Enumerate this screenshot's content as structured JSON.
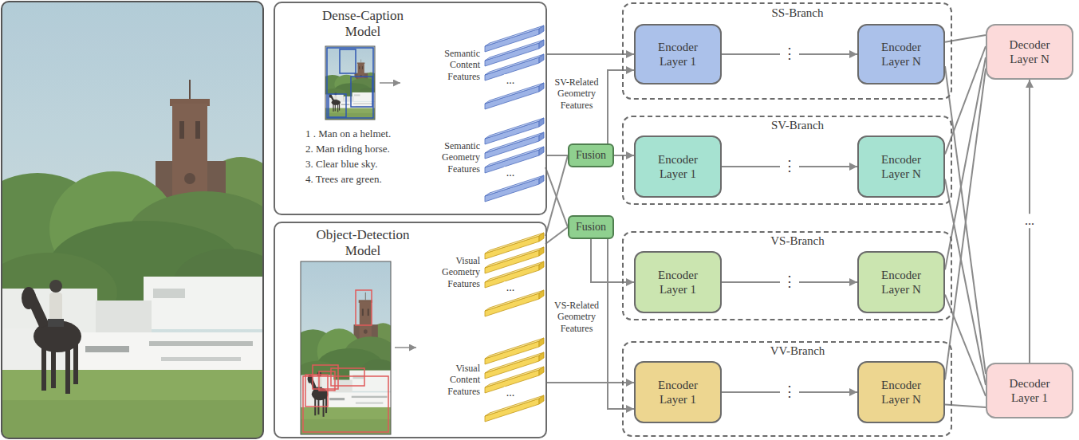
{
  "diagram": {
    "nodes": [
      {
        "text": [
          "Dense-Caption Model",
          "1 . Man on a helmet.",
          "2. Man riding horse.",
          "3. Clear blue sky.",
          "4. Trees are green."
        ]
      },
      {
        "text": [
          "Semantic Content Features"
        ],
        "in": 0
      },
      {
        "text": [
          "Semantic Geometry Features"
        ],
        "in": 0
      },
      {
        "text": [
          "Object-Detection Model"
        ]
      },
      {
        "text": [
          "Visual Geometry Features"
        ],
        "in": 3
      },
      {
        "text": [
          "Visual Content Features"
        ],
        "in": 3
      },
      {
        "text": [
          "Fusion"
        ]
      },
      {
        "text": [
          "Fusion"
        ]
      },
      {
        "text": [
          "SS-Branch"
        ]
      },
      {
        "text": [
          "Encoder Layer 1"
        ],
        "in": 8
      },
      {
        "text": [
          "Encoder Layer N"
        ],
        "in": 8
      },
      {
        "text": [
          "SV-Branch"
        ]
      },
      {
        "text": [
          "Encoder Layer 1"
        ],
        "in": 11
      },
      {
        "text": [
          "Encoder Layer N"
        ],
        "in": 11
      },
      {
        "text": [
          "VS-Branch"
        ]
      },
      {
        "text": [
          "Encoder Layer 1"
        ],
        "in": 14
      },
      {
        "text": [
          "Encoder Layer N"
        ],
        "in": 14
      },
      {
        "text": [
          "VV-Branch"
        ]
      },
      {
        "text": [
          "Encoder Layer 1"
        ],
        "in": 17
      },
      {
        "text": [
          "Encoder Layer N"
        ],
        "in": 17
      },
      {
        "text": [
          "Decoder Layer N"
        ]
      },
      {
        "text": [
          "Decoder Layer 1"
        ]
      }
    ],
    "edges": [
      {
        "from": 1,
        "to": 9,
        "arrow": "to"
      },
      {
        "from": 2,
        "to": 6,
        "arrow": "none"
      },
      {
        "from": 2,
        "to": 7,
        "arrow": "none"
      },
      {
        "from": 4,
        "to": 6,
        "arrow": "none"
      },
      {
        "from": 4,
        "to": 7,
        "arrow": "none"
      },
      {
        "from": 6,
        "to": 12,
        "arrow": "to"
      },
      {
        "from": 7,
        "to": 15,
        "arrow": "to"
      },
      {
        "from": 6,
        "to": 9,
        "arrow": "to",
        "label": "SV-Related Geometry Features"
      },
      {
        "from": 7,
        "to": 18,
        "arrow": "to",
        "label": "VS-Related Geometry Features"
      },
      {
        "from": 5,
        "to": 18,
        "arrow": "to"
      },
      {
        "from": 9,
        "to": 10,
        "arrow": "to"
      },
      {
        "from": 12,
        "to": 13,
        "arrow": "to"
      },
      {
        "from": 15,
        "to": 16,
        "arrow": "to"
      },
      {
        "from": 18,
        "to": 19,
        "arrow": "to"
      },
      {
        "from": 10,
        "to": 20,
        "arrow": "none"
      },
      {
        "from": 13,
        "to": 20,
        "arrow": "none"
      },
      {
        "from": 16,
        "to": 20,
        "arrow": "none"
      },
      {
        "from": 19,
        "to": 20,
        "arrow": "none"
      },
      {
        "from": 10,
        "to": 21,
        "arrow": "none"
      },
      {
        "from": 13,
        "to": 21,
        "arrow": "none"
      },
      {
        "from": 16,
        "to": 21,
        "arrow": "none"
      },
      {
        "from": 19,
        "to": 21,
        "arrow": "none"
      },
      {
        "from": 21,
        "to": 20,
        "arrow": "to"
      }
    ],
    "labels": [
      "...",
      "...",
      "...",
      "...",
      "⋮",
      "⋮",
      "⋮",
      "⋮",
      "..."
    ]
  }
}
